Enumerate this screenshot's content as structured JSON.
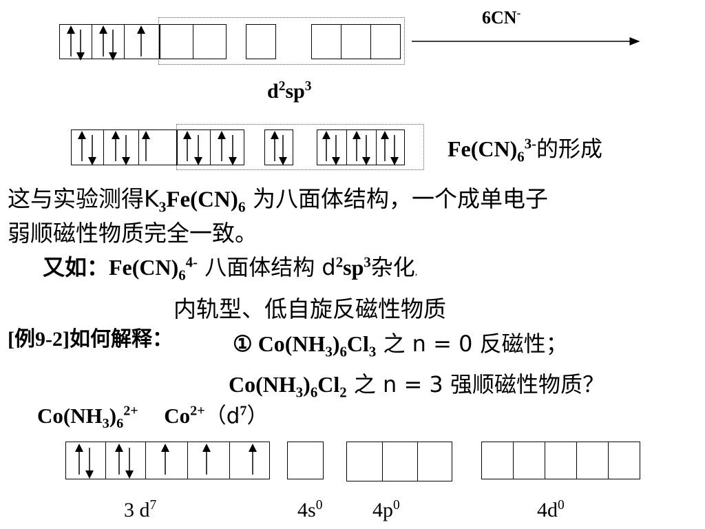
{
  "row1": {
    "reagent": "6CN",
    "reagent_sup": "-",
    "hybrid_label": "d",
    "hybrid_sup1": "2",
    "hybrid_mid": "sp",
    "hybrid_sup2": "3"
  },
  "row2": {
    "fe_pre": "Fe(CN)",
    "fe_sub": "6",
    "fe_sup": "3-",
    "fe_post": "的形成"
  },
  "para1": {
    "p1": "这与实验测得K",
    "p1_sub": "3",
    "p1_mid": "Fe(CN)",
    "p1_sub2": "6",
    "p1_post": " 为八面体结构，一个成单电子",
    "line2": "弱顺磁性物质完全一致。"
  },
  "para2": {
    "pre": "又如：Fe(CN)",
    "sub": "6",
    "sup": "4-",
    "mid": " 八面体结构 d",
    "sup2": "2",
    "mid2": "sp",
    "sup3": "3",
    "post": "杂化",
    "comma": ","
  },
  "para3": {
    "text": "内轨型、低自旋反磁性物质"
  },
  "example": {
    "label": "[例9-2]如何解释：",
    "c1": "① Co(NH",
    "c1_sub": "3",
    "c1_b": ")",
    "c1_sub2": "6",
    "c1_c": "Cl",
    "c1_sub3": "3",
    "c1_post": " 之  n = 0 反磁性；",
    "c2": "Co(NH",
    "c2_sub": "3",
    "c2_b": ")",
    "c2_sub2": "6",
    "c2_c": "Cl",
    "c2_sub3": "2",
    "c2_post": " 之  n = 3   强顺磁性物质？"
  },
  "co_line": {
    "a": "Co(NH",
    "a_sub": "3",
    "a_b": ")",
    "a_sub2": "6",
    "a_sup": "2+",
    "b": "Co",
    "b_sup": "2+",
    "c": "（d",
    "c_sup": "7",
    "d": "）"
  },
  "orbital_labels": {
    "d3": "3 d",
    "d3_sup": "7",
    "s4": "4s",
    "s4_sup": "0",
    "p4": "4p",
    "p4_sup": "0",
    "d4": "4d",
    "d4_sup": "0"
  }
}
